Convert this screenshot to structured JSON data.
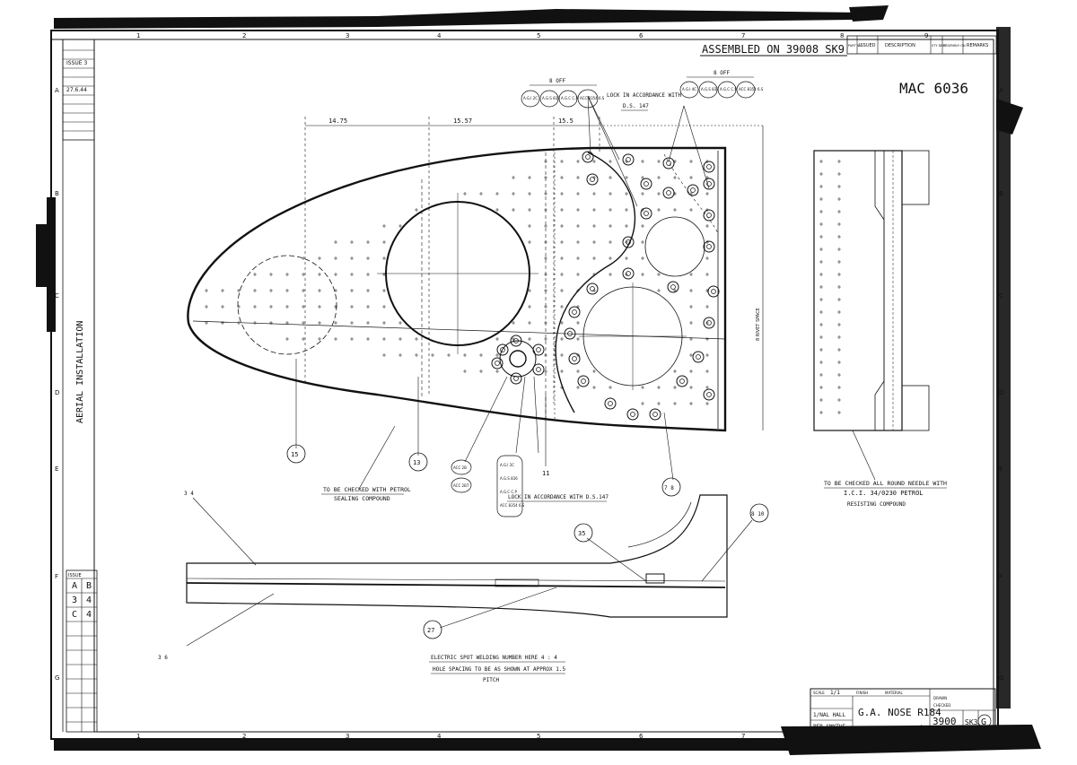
{
  "title_strip": {
    "assembled_on": "ASSEMBLED ON 39008 SK9",
    "drawing_no": "MAC 6036"
  },
  "revision_table": {
    "headers": [
      "PART No.",
      "ISSUED",
      "DESCRIPTION",
      "STY DEPT",
      "ASSEMBLY ON",
      "REMARKS"
    ]
  },
  "grid": {
    "columns": [
      "1",
      "2",
      "3",
      "4",
      "5",
      "6",
      "7",
      "8",
      "9"
    ],
    "rows": [
      "A",
      "B",
      "C",
      "D",
      "E",
      "F",
      "G"
    ]
  },
  "left_strip": {
    "vertical_title": "AERIAL INSTALLATION",
    "notes": [
      "ISSUE 3",
      "27.6.44"
    ]
  },
  "issue_table": {
    "header": "ISSUE",
    "rows": [
      [
        "A",
        "B"
      ],
      [
        "3",
        "4"
      ],
      [
        "C",
        "4"
      ]
    ]
  },
  "dimensions": {
    "d1": "14.75",
    "d2": "15.57",
    "d3": "15.5",
    "vertical": "8 RIVET SPACE"
  },
  "callouts": {
    "bolt_group_top": {
      "qty": "8 OFF",
      "items": [
        "A.G.I 2C",
        "A.G.S 836",
        "A.G.C C.P",
        "ACC 8354 6.S"
      ]
    },
    "bolt_group_right": {
      "qty": "8 OFF",
      "items": [
        "A.G.I 4C",
        "A.G.S 836",
        "A.G.C C.P",
        "ACC 8354 6.S"
      ]
    },
    "lock_note_top": "LOCK IN ACCORDANCE WITH",
    "lock_ref_top": "D.S. 147",
    "lock_note_mid": "LOCK IN ACCORDANCE WITH D.S.147",
    "mid_stack": [
      "A.G.I 2C",
      "A.G.S 836",
      "A.G.C C.P",
      "ACC 8354 6.S"
    ],
    "mid_left": [
      "ACC 2B",
      "ACC 2B7"
    ],
    "balloons": [
      "15",
      "13",
      "11",
      "7 8",
      "3 4",
      "8 10",
      "35",
      "27",
      "3 6"
    ]
  },
  "notes": {
    "left_note_1": "TO BE CHECKED WITH PETROL",
    "left_note_2": "SEALING COMPOUND",
    "right_note_1": "TO BE CHECKED ALL ROUND NEEDLE WITH",
    "right_note_2": "I.C.I. 34/0230 PETROL",
    "right_note_3": "RESISTING COMPOUND",
    "bottom_note_1": "ELECTRIC SPOT WELDING NUMBER HERE 4 : 4",
    "bottom_note_2": "HOLE SPACING TO BE AS SHOWN AT APPROX 1.5",
    "bottom_note_3": "PITCH"
  },
  "title_block": {
    "scale_label": "SCALE",
    "scale": "1/1",
    "finish": "FINISH",
    "material": "MATERIAL",
    "drawn": "DRAWN",
    "checked": "CHECKED",
    "title": "G.A. NOSE R184",
    "number": "3900",
    "sheet": "SK3",
    "issue": "G",
    "approved": "1/NAL HALL",
    "designer": "PER SMYTHE"
  }
}
